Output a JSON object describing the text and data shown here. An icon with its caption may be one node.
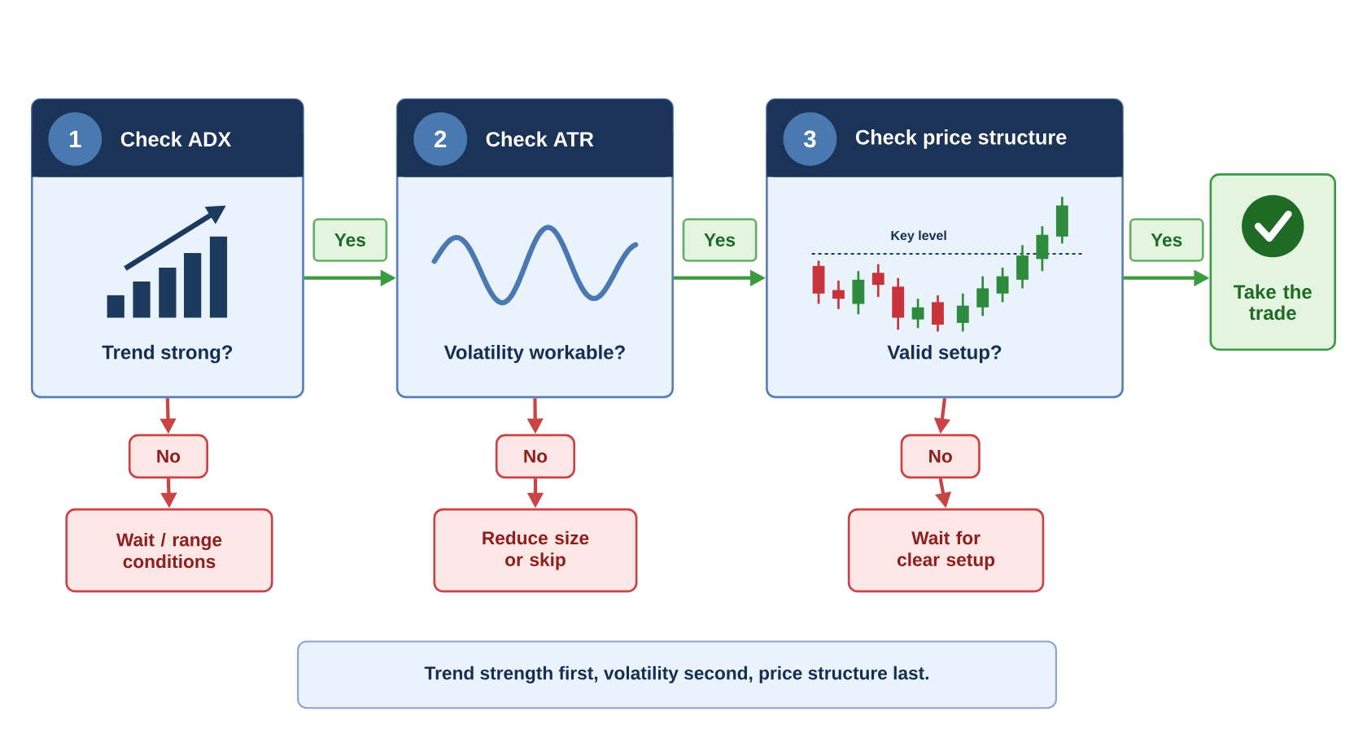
{
  "diagram": {
    "nodes": [
      {
        "text": [
          "1",
          "Check ADX",
          "Trend strong?"
        ]
      },
      {
        "text": [
          "2",
          "Check ATR",
          "Volatility workable?"
        ]
      },
      {
        "text": [
          "3",
          "Check price structure",
          "Key level",
          "Valid setup?"
        ]
      },
      {
        "text": [
          "Take the trade"
        ]
      },
      {
        "text": [
          "No"
        ]
      },
      {
        "text": [
          "Wait / range conditions"
        ]
      },
      {
        "text": [
          "No"
        ]
      },
      {
        "text": [
          "Reduce size or skip"
        ]
      },
      {
        "text": [
          "No"
        ]
      },
      {
        "text": [
          "Wait for clear setup"
        ]
      },
      {
        "text": [
          "Trend strength first, volatility second, price structure last."
        ]
      }
    ],
    "edges": [
      {
        "from": 0,
        "to": 1,
        "arrow": "to",
        "label": "Yes",
        "color": "#3c9a40"
      },
      {
        "from": 1,
        "to": 2,
        "arrow": "to",
        "label": "Yes",
        "color": "#3c9a40"
      },
      {
        "from": 2,
        "to": 3,
        "arrow": "to",
        "label": "Yes",
        "color": "#3c9a40"
      },
      {
        "from": 0,
        "to": 4,
        "arrow": "to"
      },
      {
        "from": 4,
        "to": 5,
        "arrow": "to"
      },
      {
        "from": 1,
        "to": 6,
        "arrow": "to"
      },
      {
        "from": 6,
        "to": 7,
        "arrow": "to"
      },
      {
        "from": 2,
        "to": 8,
        "arrow": "to"
      },
      {
        "from": 8,
        "to": 9,
        "arrow": "to"
      }
    ]
  }
}
